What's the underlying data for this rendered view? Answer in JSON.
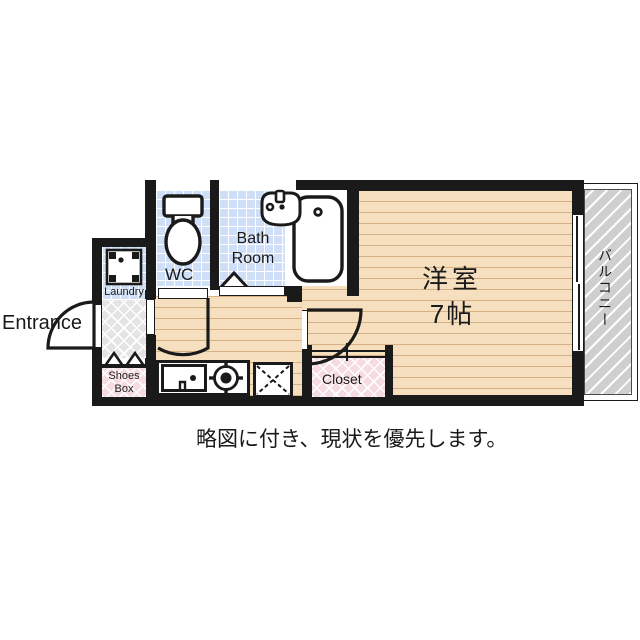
{
  "plan": {
    "note": "略図に付き、現状を優先します。",
    "rooms": [
      {
        "key": "main_room",
        "name_line1": "洋室",
        "name_line2": "7帖"
      },
      {
        "key": "balcony",
        "name": "バルコニー"
      },
      {
        "key": "wc",
        "name": "WC"
      },
      {
        "key": "bath",
        "name_line1": "Bath",
        "name_line2": "Room"
      },
      {
        "key": "laundry",
        "name": "Laundry"
      },
      {
        "key": "shoes_box",
        "name_line1": "Shoes",
        "name_line2": "Box"
      },
      {
        "key": "closet",
        "name": "Closet"
      },
      {
        "key": "entrance",
        "name": "Entrance"
      }
    ],
    "labels": {
      "main_room_l1": "洋室",
      "main_room_l2": "7帖",
      "balcony": "バルコニー",
      "wc": "WC",
      "bath_l1": "Bath",
      "bath_l2": "Room",
      "laundry": "Laundry",
      "shoes_l1": "Shoes",
      "shoes_l2": "Box",
      "closet": "Closet",
      "entrance": "Entrance"
    },
    "fixtures": [
      "toilet",
      "bathtub",
      "sink-vanity",
      "washing-machine-pan",
      "kitchen-sink",
      "gas-stove",
      "appliance-space",
      "shoe-cabinet-left",
      "shoe-cabinet-right",
      "closet-rod"
    ],
    "openings": [
      "entrance-door",
      "wc-door",
      "bath-door",
      "closet-door",
      "balcony-window"
    ],
    "colors": {
      "wall": "#1a1a1a",
      "wood_floor": "#f6dfbe",
      "tile_floor": "#cfdff7",
      "gray_floor": "#e4e4e4",
      "pink_fill": "#f6dbe1",
      "balcony_fill": "#cfcfcf",
      "text": "#1a1a1a",
      "background": "#ffffff"
    }
  }
}
